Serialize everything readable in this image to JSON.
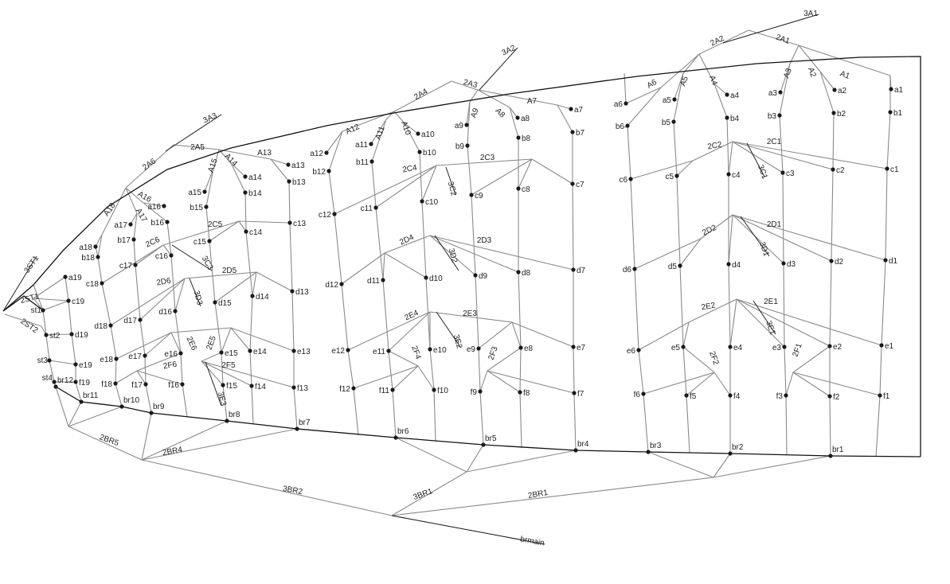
{
  "points": [
    "a1",
    "a2",
    "a3",
    "a4",
    "a5",
    "a6",
    "a7",
    "a8",
    "a9",
    "a10",
    "a11",
    "a12",
    "a13",
    "a14",
    "a15",
    "a16",
    "a17",
    "a18",
    "a19",
    "b1",
    "b2",
    "b3",
    "b4",
    "b5",
    "b6",
    "b7",
    "b8",
    "b9",
    "b10",
    "b11",
    "b12",
    "b13",
    "b14",
    "b15",
    "b16",
    "b17",
    "b18",
    "c1",
    "c2",
    "c3",
    "c4",
    "c5",
    "c6",
    "c7",
    "c8",
    "c9",
    "c10",
    "c11",
    "c12",
    "c13",
    "c14",
    "c15",
    "c16",
    "c17",
    "c18",
    "c19",
    "d1",
    "d2",
    "d3",
    "d4",
    "d5",
    "d6",
    "d7",
    "d8",
    "d9",
    "d10",
    "d11",
    "d12",
    "d13",
    "d14",
    "d15",
    "d16",
    "d17",
    "d18",
    "d19",
    "e1",
    "e2",
    "e3",
    "e4",
    "e5",
    "e6",
    "e7",
    "e8",
    "e9",
    "e10",
    "e11",
    "e12",
    "e13",
    "e14",
    "e15",
    "e16",
    "e17",
    "e18",
    "e19",
    "f1",
    "f2",
    "f3",
    "f4",
    "f5",
    "f6",
    "f7",
    "f8",
    "f9",
    "f10",
    "f11",
    "f12",
    "f13",
    "f14",
    "f15",
    "f16",
    "f17",
    "f18",
    "f19",
    "br1",
    "br2",
    "br3",
    "br4",
    "br5",
    "br6",
    "br7",
    "br8",
    "br9",
    "br10",
    "br11",
    "br12",
    "st1",
    "st2",
    "st3",
    "st4"
  ],
  "branch_labels": [
    "3A1",
    "2A2",
    "2A1",
    "A1",
    "A2",
    "A3",
    "A4",
    "A5",
    "A6",
    "3A2",
    "2A4",
    "2A3",
    "A7",
    "A8",
    "A9",
    "A10",
    "A11",
    "A12",
    "3A3",
    "2A6",
    "2A5",
    "A13",
    "A14",
    "A15",
    "A16",
    "A17",
    "A18",
    "3ST1",
    "2ST1",
    "2ST2",
    "2C1",
    "2C2",
    "3C1",
    "2C3",
    "2C4",
    "3C2",
    "2C5",
    "2C6",
    "3C3",
    "2D1",
    "2D2",
    "3D1",
    "2D3",
    "2D4",
    "3D2",
    "2D5",
    "2D6",
    "3D3",
    "2E1",
    "2E2",
    "3E1",
    "2E3",
    "2E4",
    "3E2",
    "2E5",
    "2E6",
    "3E3",
    "2F1",
    "2F2",
    "2F3",
    "2F4",
    "2F5",
    "2F6",
    "2BR1",
    "3BR1",
    "2BR4",
    "2BR5",
    "3BR2",
    "brmain"
  ]
}
